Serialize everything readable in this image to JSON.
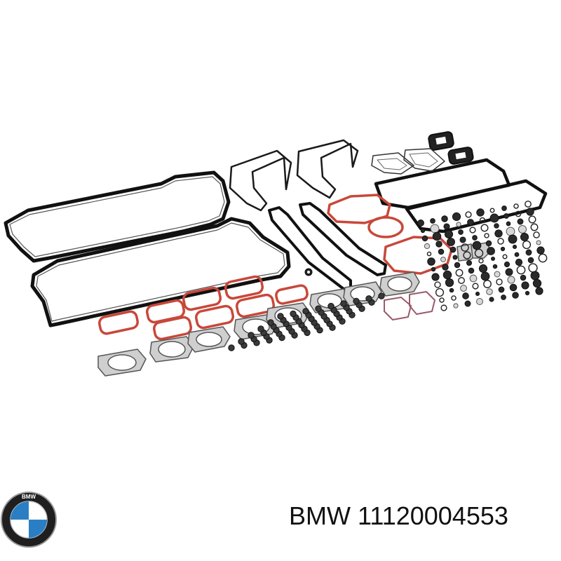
{
  "product": {
    "brand": "BMW",
    "part_number": "11120004553"
  },
  "logo": {
    "letters": "BMW",
    "icon": "bmw-roundel-icon"
  },
  "illustration": {
    "icon": "gasket-set-illustration"
  },
  "colors": {
    "gasket_black": "#1a1a1a",
    "gasket_red": "#c8483a",
    "metal_gray": "#c9c9c9",
    "logo_blue": "#2a7fc4",
    "logo_ring": "#222222"
  }
}
